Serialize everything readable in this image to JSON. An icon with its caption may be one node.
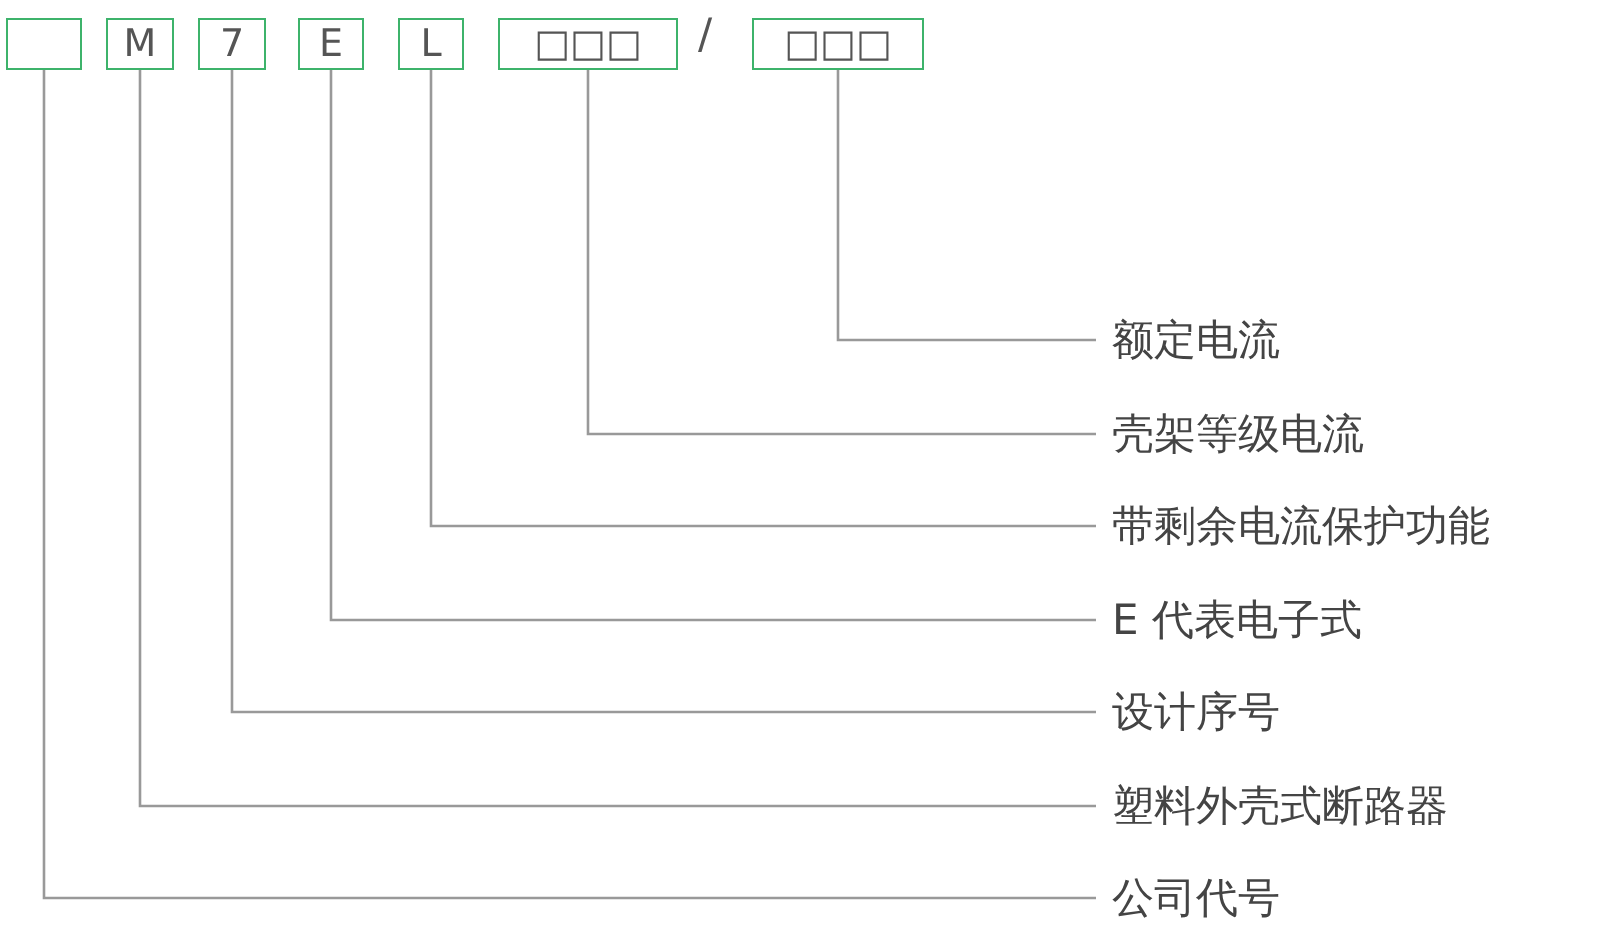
{
  "diagram": {
    "nodes": [
      {
        "text": [],
        "shape": "box"
      },
      {
        "text": [
          "M"
        ]
      },
      {
        "text": [
          "7"
        ]
      },
      {
        "text": [
          "E"
        ]
      },
      {
        "text": [
          "L"
        ]
      },
      {
        "text": [
          "□□□"
        ]
      },
      {
        "text": [
          "□□□"
        ]
      },
      {
        "text": [
          "额定电流"
        ]
      },
      {
        "text": [
          "壳架等级电流"
        ]
      },
      {
        "text": [
          "带剩余电流保护功能"
        ]
      },
      {
        "text": [
          "E 代表电子式"
        ]
      },
      {
        "text": [
          "设计序号"
        ]
      },
      {
        "text": [
          "塑料外壳式断路器"
        ]
      },
      {
        "text": [
          "公司代号"
        ]
      }
    ],
    "edges": [
      {
        "from": 7,
        "to": 6,
        "arrow": "none"
      },
      {
        "from": 8,
        "to": 5,
        "arrow": "none"
      },
      {
        "from": 9,
        "to": 4,
        "arrow": "none"
      },
      {
        "from": 10,
        "to": 3,
        "arrow": "none"
      },
      {
        "from": 11,
        "to": 2,
        "arrow": "none"
      },
      {
        "from": 12,
        "to": 1,
        "arrow": "none"
      },
      {
        "from": 13,
        "to": 0,
        "arrow": "none"
      }
    ],
    "labels": [
      "/"
    ]
  }
}
